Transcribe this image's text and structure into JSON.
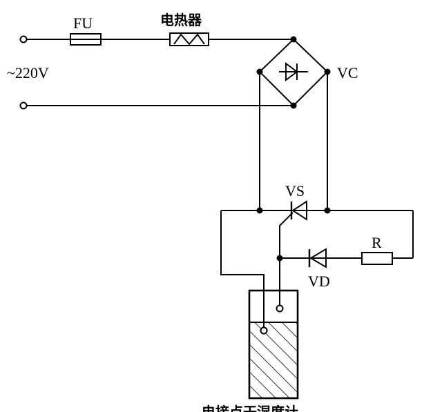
{
  "labels": {
    "fuse": "FU",
    "heater": "电热器",
    "supply": "~220V",
    "bridge": "VC",
    "thyristor": "VS",
    "resistor": "R",
    "diode": "VD",
    "hygrometer": "电接点干湿度计"
  },
  "colors": {
    "line": "#000000",
    "background": "#ffffff"
  },
  "icons": {
    "fuse": "fuse-icon",
    "heater": "heater-icon",
    "bridge": "bridge-rectifier-icon",
    "thyristor": "thyristor-icon",
    "diode": "diode-icon",
    "resistor": "resistor-icon",
    "hygrometer": "hygrometer-icon"
  }
}
